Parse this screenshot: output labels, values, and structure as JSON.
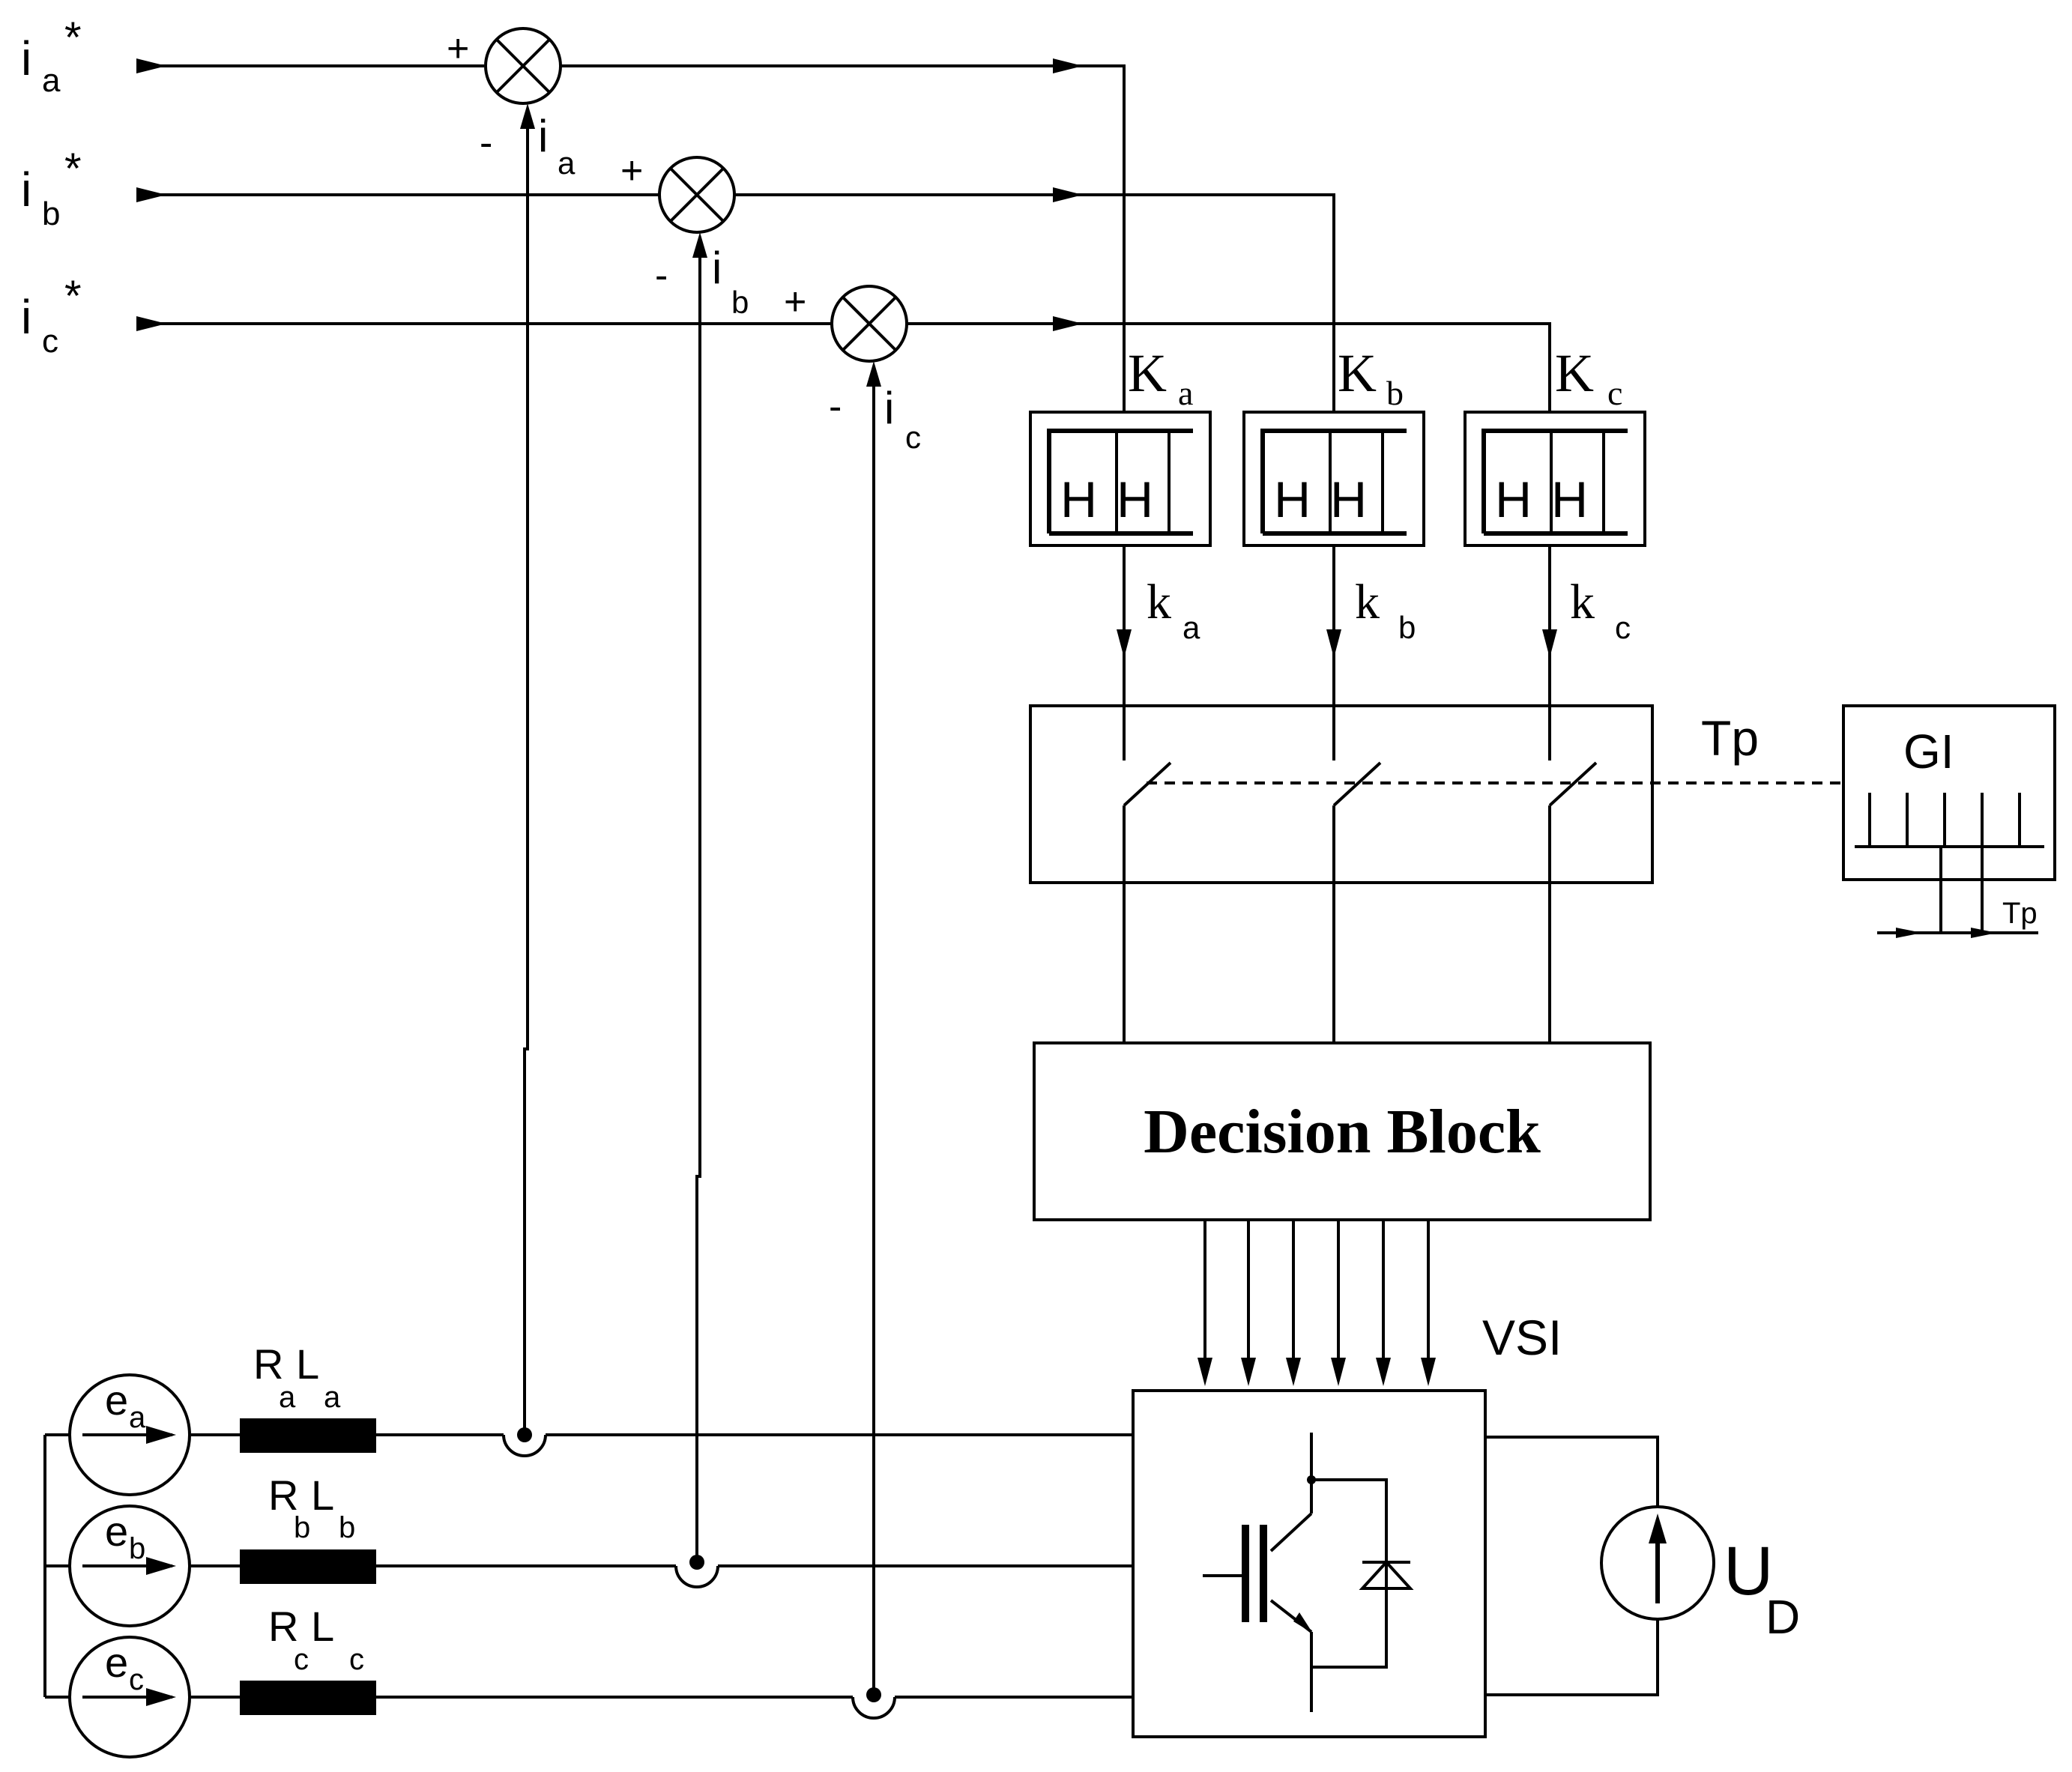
{
  "inputs": {
    "ia_ref": {
      "base": "i",
      "sub": "a",
      "sup": "*"
    },
    "ib_ref": {
      "base": "i",
      "sub": "b",
      "sup": "*"
    },
    "ic_ref": {
      "base": "i",
      "sub": "c",
      "sup": "*"
    }
  },
  "summers": {
    "plus": "+",
    "minus": "-",
    "fb_a": {
      "base": "i",
      "sub": "a"
    },
    "fb_b": {
      "base": "i",
      "sub": "b"
    },
    "fb_c": {
      "base": "i",
      "sub": "c"
    }
  },
  "hysteresis": {
    "Ka": {
      "base": "K",
      "sub": "a"
    },
    "Kb": {
      "base": "K",
      "sub": "b"
    },
    "Kc": {
      "base": "K",
      "sub": "c"
    },
    "H": "H",
    "ka": {
      "base": "k",
      "sub": "a"
    },
    "kb": {
      "base": "k",
      "sub": "b"
    },
    "kc": {
      "base": "k",
      "sub": "c"
    }
  },
  "sampler": {
    "tp_label": "Tp"
  },
  "generator": {
    "title": "GI",
    "output_label": "Tp"
  },
  "decision_block": {
    "label": "Decision Block"
  },
  "inverter": {
    "label": "VSI"
  },
  "dc_source": {
    "base": "U",
    "sub": "D"
  },
  "load": {
    "ea": {
      "base": "e",
      "sub": "a"
    },
    "eb": {
      "base": "e",
      "sub": "b"
    },
    "ec": {
      "base": "e",
      "sub": "c"
    },
    "Ra": {
      "base": "R",
      "sub": "a"
    },
    "La": {
      "base": "L",
      "sub": "a"
    },
    "Rb": {
      "base": "R",
      "sub": "b"
    },
    "Lb": {
      "base": "L",
      "sub": "b"
    },
    "Rc": {
      "base": "R",
      "sub": "c"
    },
    "Lc": {
      "base": "L",
      "sub": "c"
    }
  }
}
